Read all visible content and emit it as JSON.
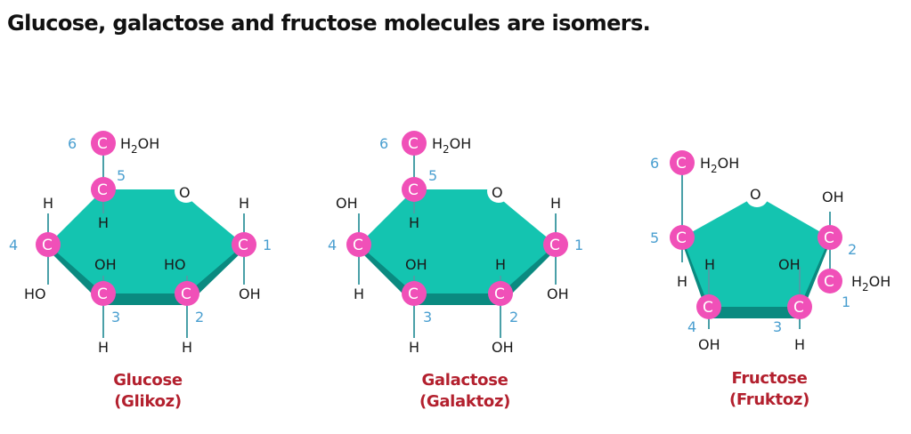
{
  "title": "Glucose, galactose and fructose molecules are isomers.",
  "colors": {
    "ring_fill": "#14c4b0",
    "ring_edge": "#0a8a80",
    "carbon": "#f050b8",
    "bond": "#4aa0a8",
    "number": "#4a9fd0",
    "caption": "#b3202e"
  },
  "molecules": [
    {
      "name": "Glucose",
      "name_local": "(Glikoz)",
      "ring": "pyranose",
      "carbons": [
        {
          "n": "1",
          "up": "H",
          "down": "OH"
        },
        {
          "n": "2",
          "up": "HO",
          "down": "H"
        },
        {
          "n": "3",
          "up": "OH",
          "down": "H"
        },
        {
          "n": "4",
          "up": "H",
          "down": "HO"
        },
        {
          "n": "5",
          "down": "H"
        },
        {
          "n": "6",
          "group": "H2OH"
        }
      ],
      "ring_oxygen": "O"
    },
    {
      "name": "Galactose",
      "name_local": "(Galaktoz)",
      "ring": "pyranose",
      "carbons": [
        {
          "n": "1",
          "up": "H",
          "down": "OH"
        },
        {
          "n": "2",
          "up": "H",
          "down": "OH"
        },
        {
          "n": "3",
          "up": "OH",
          "down": "H"
        },
        {
          "n": "4",
          "up": "OH",
          "down": "H"
        },
        {
          "n": "5",
          "down": "H"
        },
        {
          "n": "6",
          "group": "H2OH"
        }
      ],
      "ring_oxygen": "O"
    },
    {
      "name": "Fructose",
      "name_local": "(Fruktoz)",
      "ring": "furanose",
      "carbons": [
        {
          "n": "1",
          "group": "H2OH"
        },
        {
          "n": "2",
          "up": "OH"
        },
        {
          "n": "3",
          "up": "OH",
          "down": "H"
        },
        {
          "n": "4",
          "up": "H",
          "down": "OH"
        },
        {
          "n": "5",
          "down": "H"
        },
        {
          "n": "6",
          "group": "H2OH"
        }
      ],
      "ring_oxygen": "O"
    }
  ],
  "labels": {
    "c": "C",
    "o": "O",
    "h": "H",
    "oh": "OH",
    "ho": "HO",
    "h2oh_h2": "H",
    "h2oh_sub": "2",
    "h2oh_oh": "OH"
  }
}
